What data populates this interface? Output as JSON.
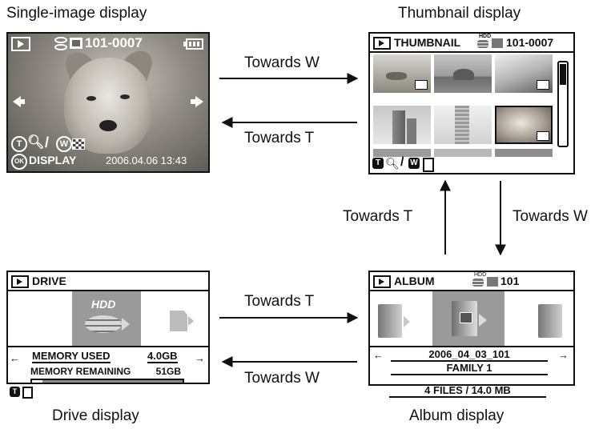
{
  "captions": {
    "single": "Single-image display",
    "thumbnail": "Thumbnail display",
    "drive": "Drive display",
    "album": "Album display"
  },
  "transitions": {
    "single_to_thumb": "Towards W",
    "thumb_to_single": "Towards T",
    "album_to_thumb": "Towards T",
    "thumb_to_album": "Towards W",
    "drive_to_album": "Towards T",
    "album_to_drive": "Towards W"
  },
  "single_screen": {
    "file_number": "101-0007",
    "ok_label": "DISPLAY",
    "datetime": "2006.04.06 13:43"
  },
  "thumbnail_screen": {
    "title": "THUMBNAIL",
    "file_number": "101-0007",
    "hdd_badge": "HDD"
  },
  "drive_screen": {
    "title": "DRIVE",
    "hdd_label": "HDD",
    "memory_used_label": "MEMORY USED",
    "memory_used_value": "4.0GB",
    "memory_remaining_label": "MEMORY REMAINING",
    "memory_remaining_value": "51GB",
    "memory_used_fraction": 0.07
  },
  "album_screen": {
    "title": "ALBUM",
    "folder_number": "101",
    "hdd_badge": "HDD",
    "album_name": "2006_04_03_101",
    "album_title": "FAMILY 1",
    "album_info": "4 FILES / 14.0 MB"
  },
  "icon_letters": {
    "tele": "T",
    "wide": "W",
    "ok": "OK"
  }
}
